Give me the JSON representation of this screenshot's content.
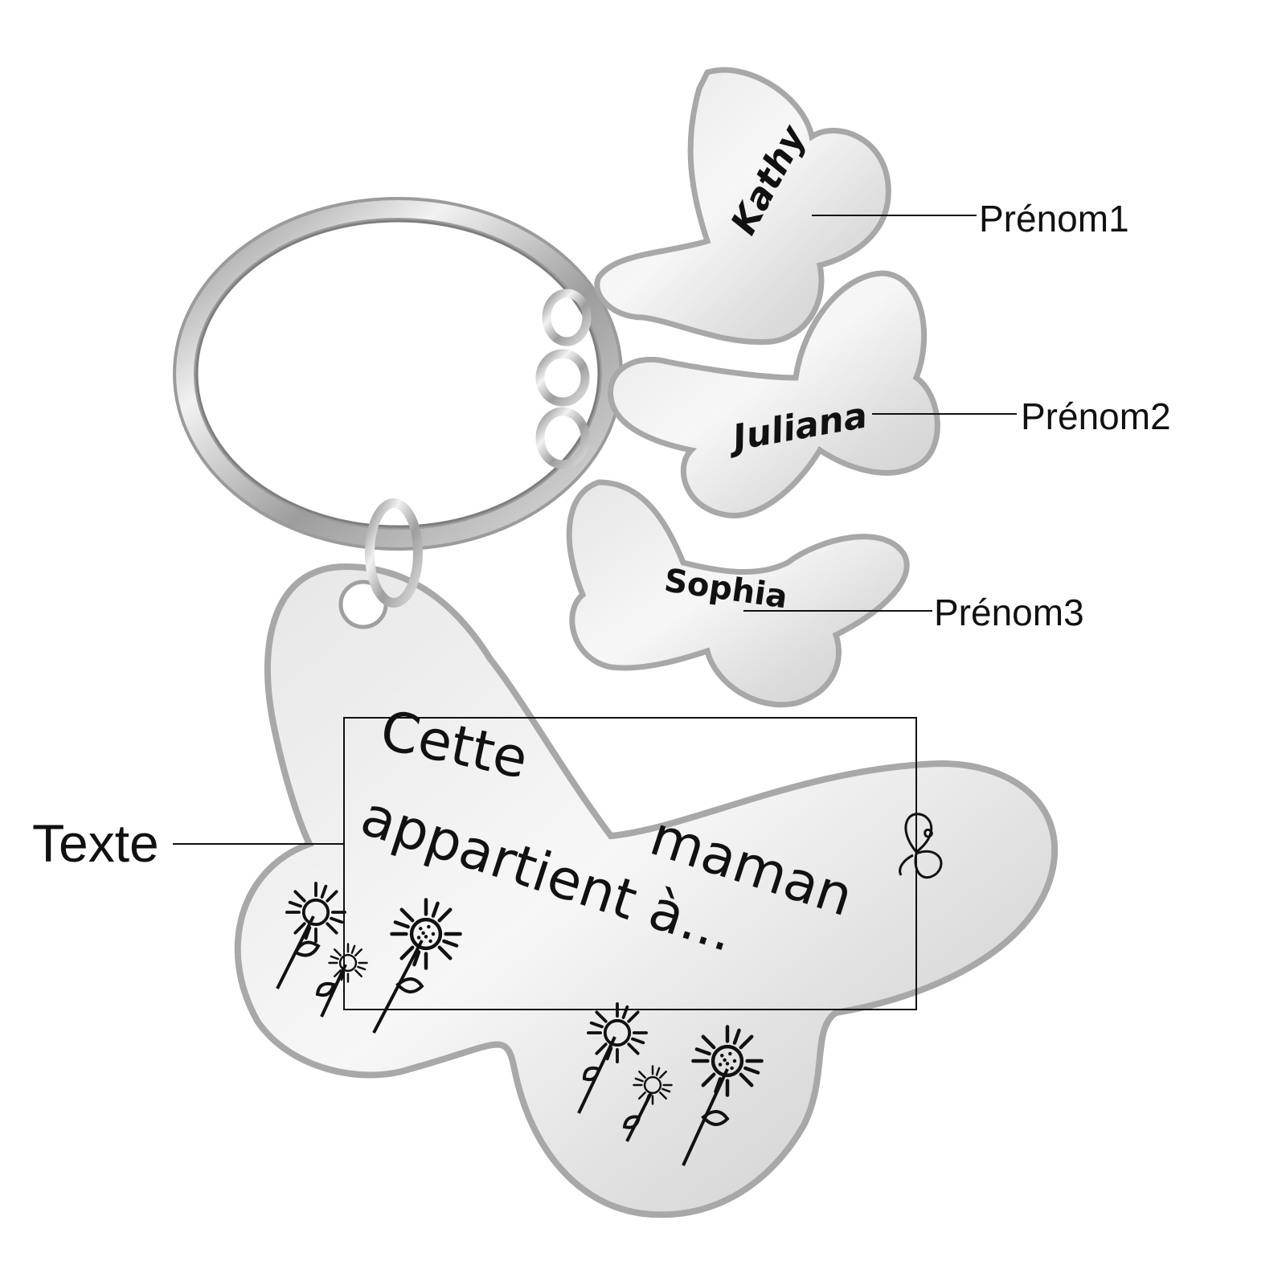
{
  "charms": {
    "charm1_name": "Kathy",
    "charm2_name": "Juliana",
    "charm3_name": "Sophia"
  },
  "main_tag": {
    "line1": "Cette",
    "line2": "maman",
    "line3": "appartient à..."
  },
  "callouts": {
    "name1": "Prénom1",
    "name2": "Prénom2",
    "name3": "Prénom3",
    "text": "Texte"
  },
  "colors": {
    "metal_light": "#f4f4f4",
    "metal_mid": "#d9d9d9",
    "metal_dark": "#9a9a9a",
    "engraving": "#111111",
    "background": "#ffffff"
  }
}
